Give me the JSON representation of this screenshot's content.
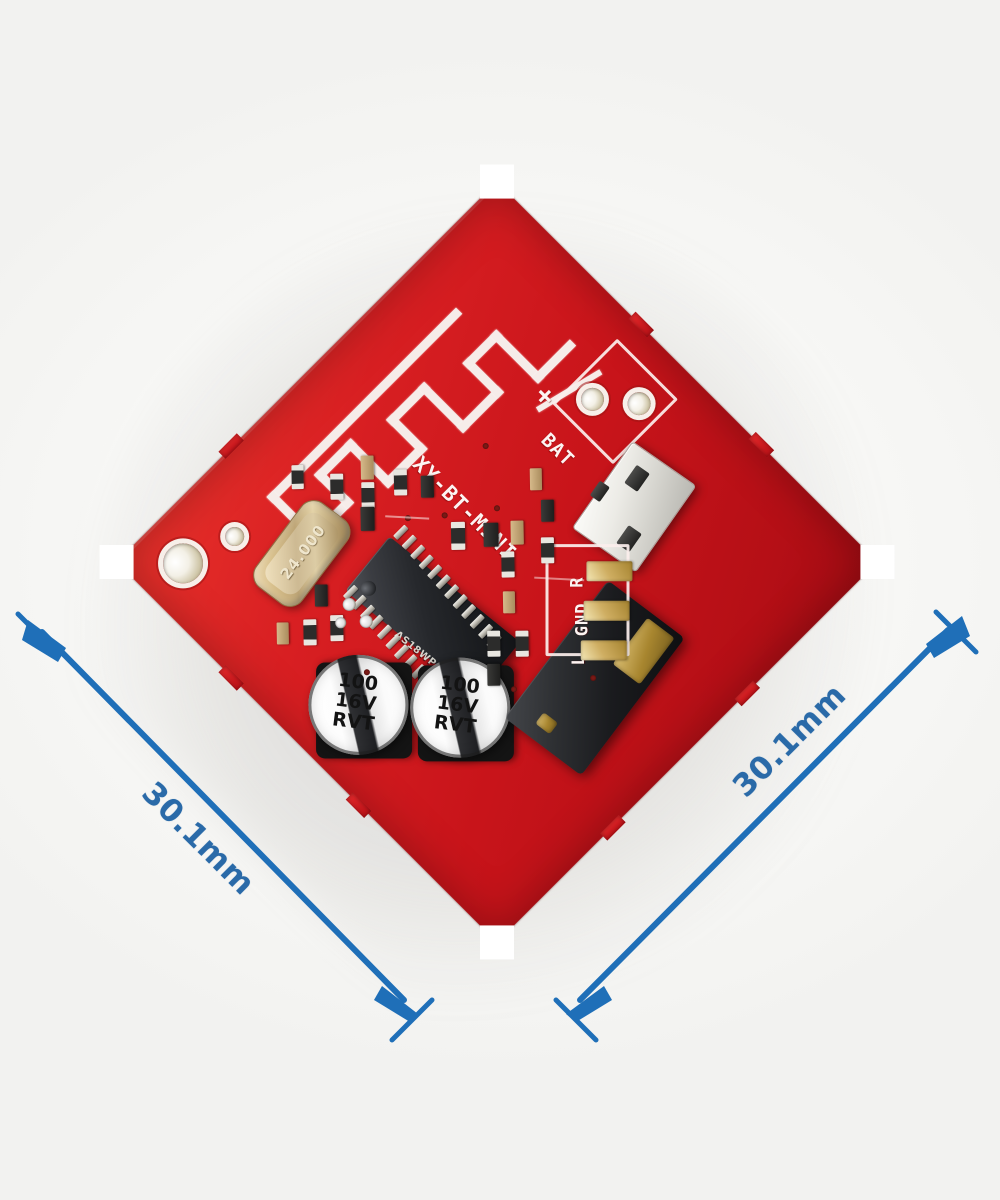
{
  "image": {
    "subject": "XY-BT-MINI Bluetooth audio receiver board",
    "background_color": "#ffffff",
    "board_color": "#d81f22",
    "annotation_color": "#2a6aa8"
  },
  "dimensions": {
    "left": {
      "label": "30.1mm",
      "icon": "double-arrow-icon"
    },
    "right": {
      "label": "30.1mm",
      "icon": "double-arrow-icon"
    }
  },
  "board": {
    "silkscreen": {
      "model": "XY-BT-MINI",
      "battery_label": "BAT",
      "battery_plus": "+",
      "audio_left": "L",
      "audio_ground": "GND",
      "audio_right": "R"
    },
    "components": {
      "ic": {
        "name": "main-audio-ic",
        "marking": "AS18WP/IF0728-5A0"
      },
      "crystal": {
        "name": "crystal-oscillator",
        "marking": "24.000"
      },
      "capacitor_1": {
        "name": "electrolytic-capacitor",
        "line1": "100",
        "line2": "16V",
        "line3": "RVT"
      },
      "capacitor_2": {
        "name": "electrolytic-capacitor",
        "line1": "100",
        "line2": "16V",
        "line3": "RVT"
      },
      "usb": {
        "name": "micro-usb-port"
      },
      "jack": {
        "name": "audio-jack"
      },
      "antenna": {
        "name": "pcb-trace-antenna"
      }
    }
  }
}
